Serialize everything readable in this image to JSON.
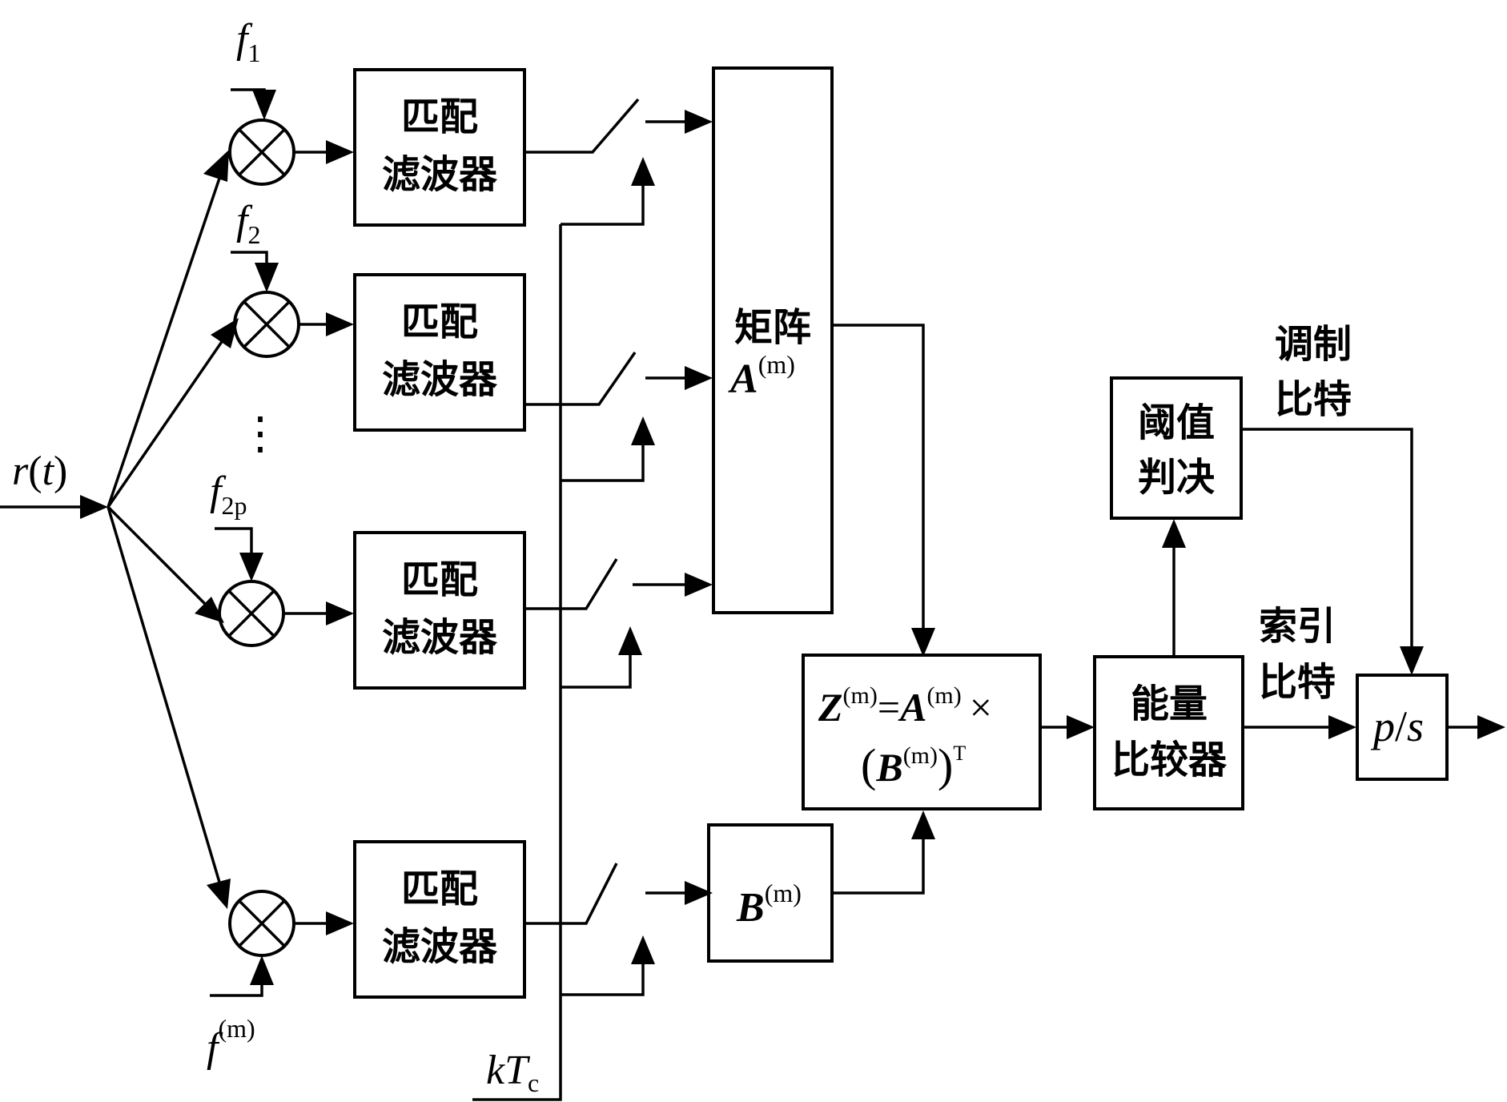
{
  "input": {
    "signal": "r",
    "arg": "t"
  },
  "carriers": {
    "f1": {
      "base": "f",
      "sub": "1"
    },
    "f2": {
      "base": "f",
      "sub": "2"
    },
    "f2p": {
      "base": "f",
      "sub": "2p"
    },
    "fm": {
      "base": "f",
      "sup": "(m)"
    }
  },
  "ellipsis": "⋮",
  "matched_filter": {
    "line1": "匹配",
    "line2": "滤波器"
  },
  "sampling": {
    "base": "kT",
    "sub": "c"
  },
  "matrix_a": {
    "line1": "矩阵",
    "sym": "A",
    "sup": "(m)"
  },
  "matrix_b": {
    "sym": "B",
    "sup": "(m)"
  },
  "product": {
    "z": "Z",
    "z_sup": "(m)",
    "eq": "=",
    "a": "A",
    "a_sup": "(m)",
    "times": "×",
    "lparen": "(",
    "b": "B",
    "b_sup": "(m)",
    "rparen": ")",
    "t": "T"
  },
  "energy": {
    "line1": "能量",
    "line2": "比较器"
  },
  "threshold": {
    "line1": "阈值",
    "line2": "判决"
  },
  "mod_bits": {
    "line1": "调制",
    "line2": "比特"
  },
  "idx_bits": {
    "line1": "索引",
    "line2": "比特"
  },
  "ps": {
    "p": "p",
    "slash": "/",
    "s": "s"
  }
}
